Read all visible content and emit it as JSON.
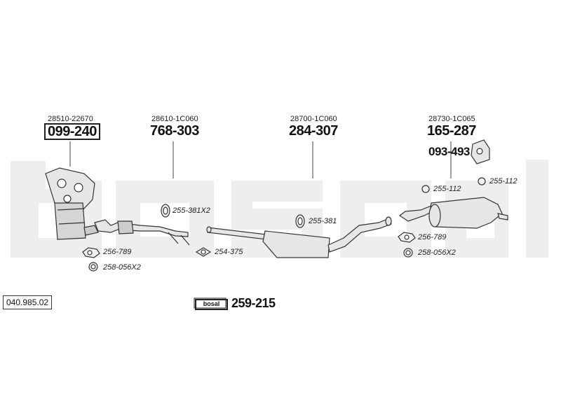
{
  "diagram": {
    "reference": "040.985.02",
    "watermark": "bosal",
    "sections": [
      {
        "oe": "28510-22670",
        "part": "099-240",
        "boxed": true
      },
      {
        "oe": "28610-1C060",
        "part": "768-303"
      },
      {
        "oe": "28700-1C060",
        "part": "284-307"
      },
      {
        "oe": "28730-1C065",
        "part": "165-287"
      }
    ],
    "bracket_part": "093-493",
    "fittings": [
      "256-789",
      "258-056X2",
      "255-381X2",
      "254-375",
      "255-381",
      "255-112",
      "255-112",
      "256-789",
      "258-056X2"
    ],
    "logo_box": {
      "text": "bosal",
      "part": "259-215"
    }
  }
}
